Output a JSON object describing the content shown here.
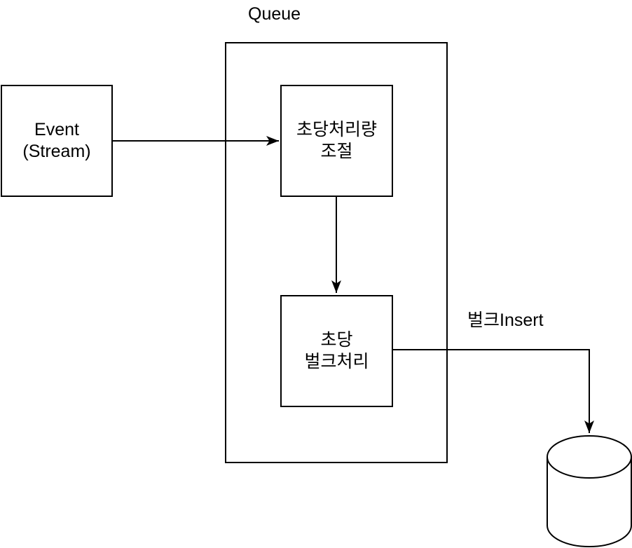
{
  "diagram": {
    "queue": {
      "label": "Queue"
    },
    "nodes": {
      "event": {
        "line1": "Event",
        "line2": "(Stream)"
      },
      "throttle": {
        "line1": "초당처리량",
        "line2": "조절"
      },
      "bulk": {
        "line1": "초당",
        "line2": "벌크처리"
      }
    },
    "edges": {
      "bulk_insert_label": "벌크Insert"
    },
    "icons": {
      "database": "database-cylinder-icon"
    },
    "colors": {
      "stroke": "#000000",
      "background": "#ffffff",
      "text": "#000000"
    }
  }
}
